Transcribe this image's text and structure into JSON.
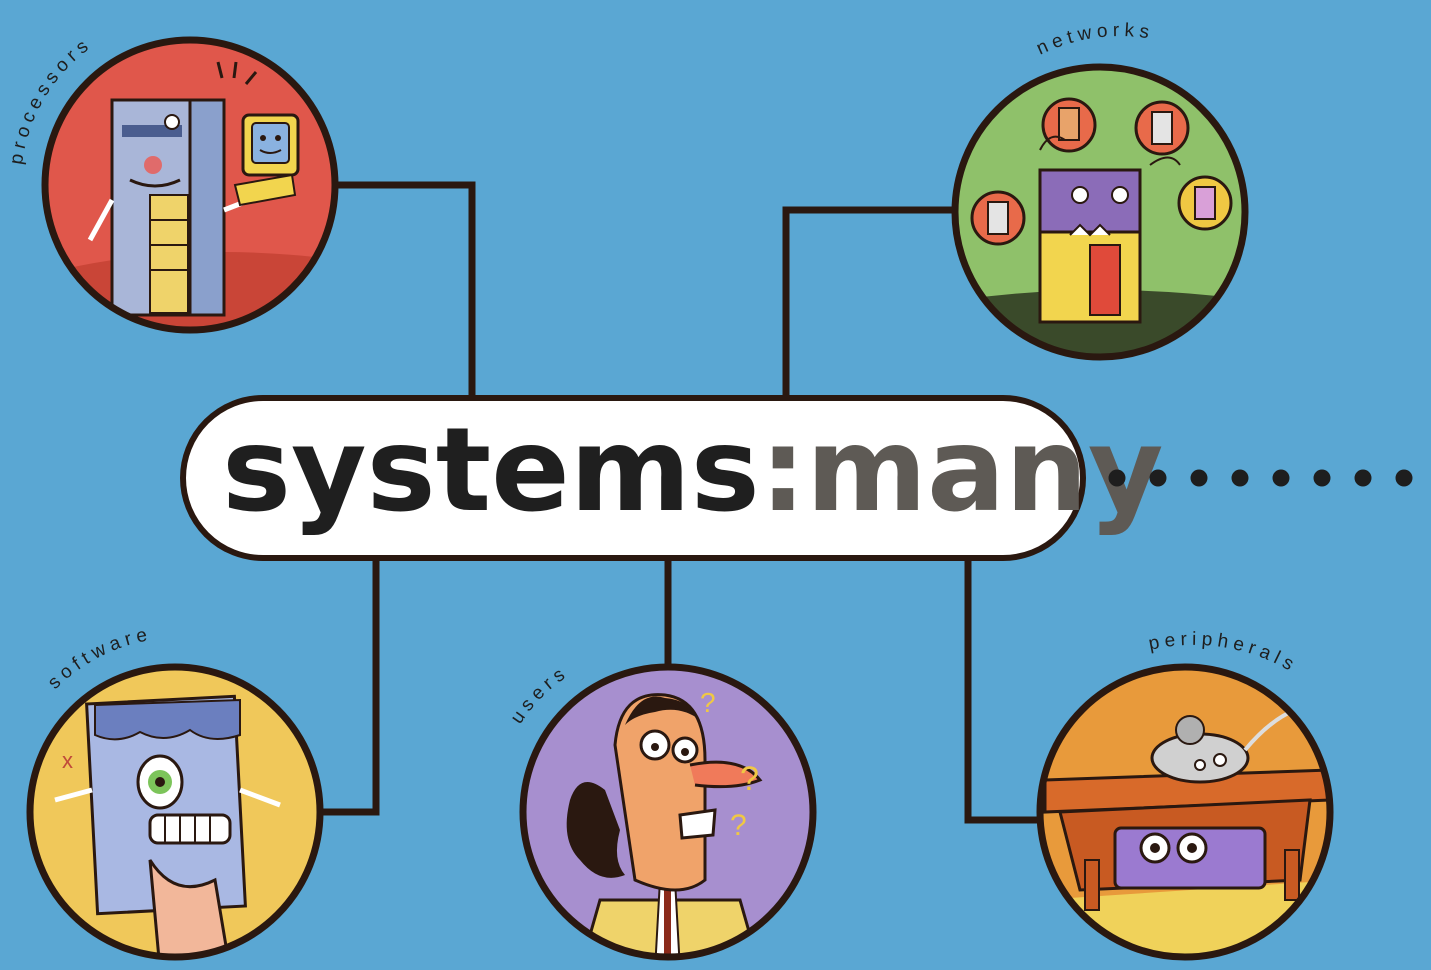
{
  "title": {
    "word1": "systems",
    "colon": ":",
    "word2": "many"
  },
  "colors": {
    "background": "#5aa7d3",
    "line": "#2a1810",
    "pill_fill": "#ffffff",
    "title_dark": "#1f1f1f",
    "title_gray": "#5e5a55",
    "dots": "#1e1e1e"
  },
  "nodes": [
    {
      "id": "processors",
      "label": "processors",
      "bg": "#e0574b",
      "icon": "server-with-monitor-illustration"
    },
    {
      "id": "networks",
      "label": "networks",
      "bg": "#8fc16a",
      "icon": "network-server-illustration"
    },
    {
      "id": "software",
      "label": "software",
      "bg": "#f0c85a",
      "icon": "software-box-illustration"
    },
    {
      "id": "users",
      "label": "users",
      "bg": "#a78fcf",
      "icon": "confused-user-illustration"
    },
    {
      "id": "peripherals",
      "label": "peripherals",
      "bg": "#e89a3b",
      "icon": "mouse-and-drive-illustration"
    }
  ]
}
